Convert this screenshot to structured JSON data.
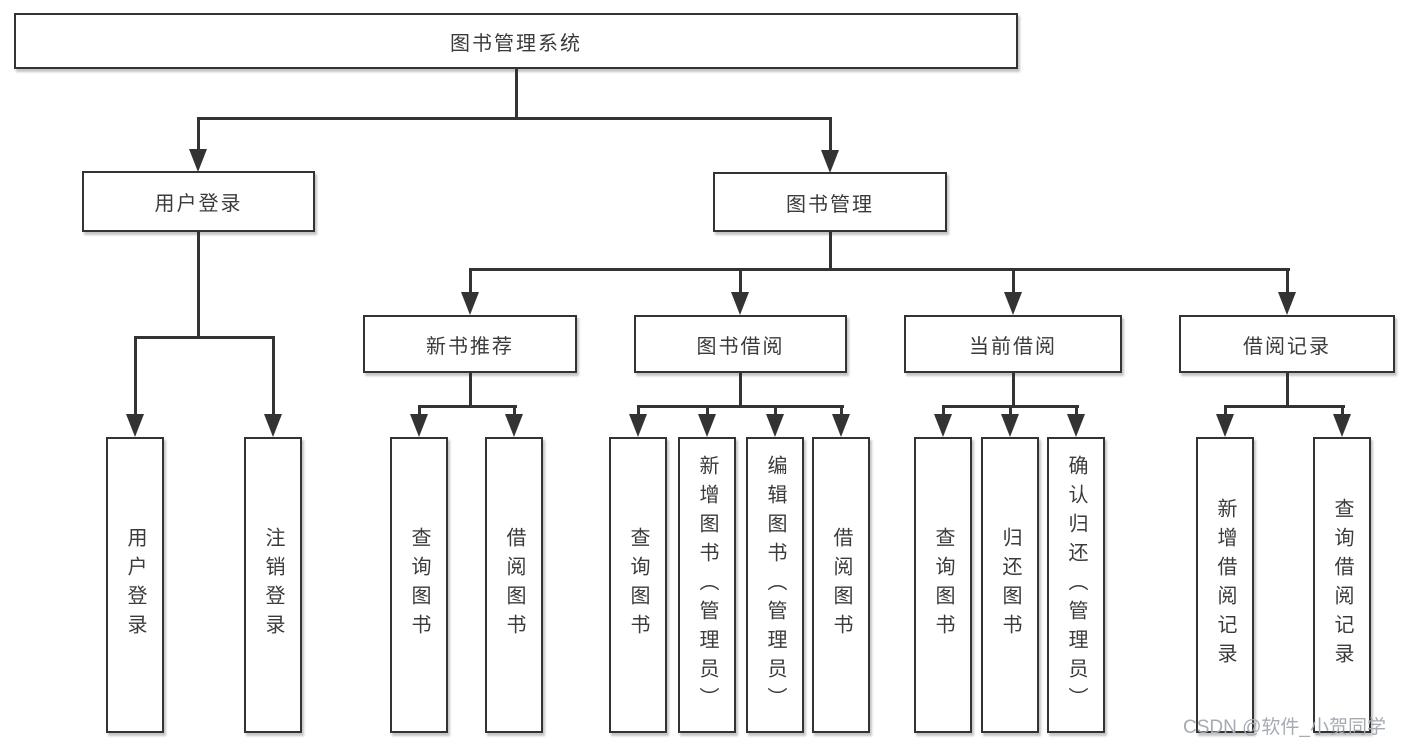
{
  "diagram": {
    "title": "图书管理系统",
    "type": "function-structure-tree",
    "colors": {
      "line": "#333333",
      "box_border": "#333333",
      "box_fill": "#ffffff",
      "text": "#3b3b3b",
      "watermark": "#a6abb3",
      "background": "#ffffff"
    }
  },
  "tree": {
    "label": "图书管理系统",
    "children": [
      {
        "label": "用户登录",
        "children": [
          {
            "label": "用户登录"
          },
          {
            "label": "注销登录"
          }
        ]
      },
      {
        "label": "图书管理",
        "children": [
          {
            "label": "新书推荐",
            "children": [
              {
                "label": "查询图书"
              },
              {
                "label": "借阅图书"
              }
            ]
          },
          {
            "label": "图书借阅",
            "children": [
              {
                "label": "查询图书"
              },
              {
                "label": "新增图书（管理员）"
              },
              {
                "label": "编辑图书（管理员）"
              },
              {
                "label": "借阅图书"
              }
            ]
          },
          {
            "label": "当前借阅",
            "children": [
              {
                "label": "查询图书"
              },
              {
                "label": "归还图书"
              },
              {
                "label": "确认归还（管理员）"
              }
            ]
          },
          {
            "label": "借阅记录",
            "children": [
              {
                "label": "新增借阅记录"
              },
              {
                "label": "查询借阅记录"
              }
            ]
          }
        ]
      }
    ]
  },
  "watermark": {
    "text": "CSDN @软件_小贺同学"
  }
}
